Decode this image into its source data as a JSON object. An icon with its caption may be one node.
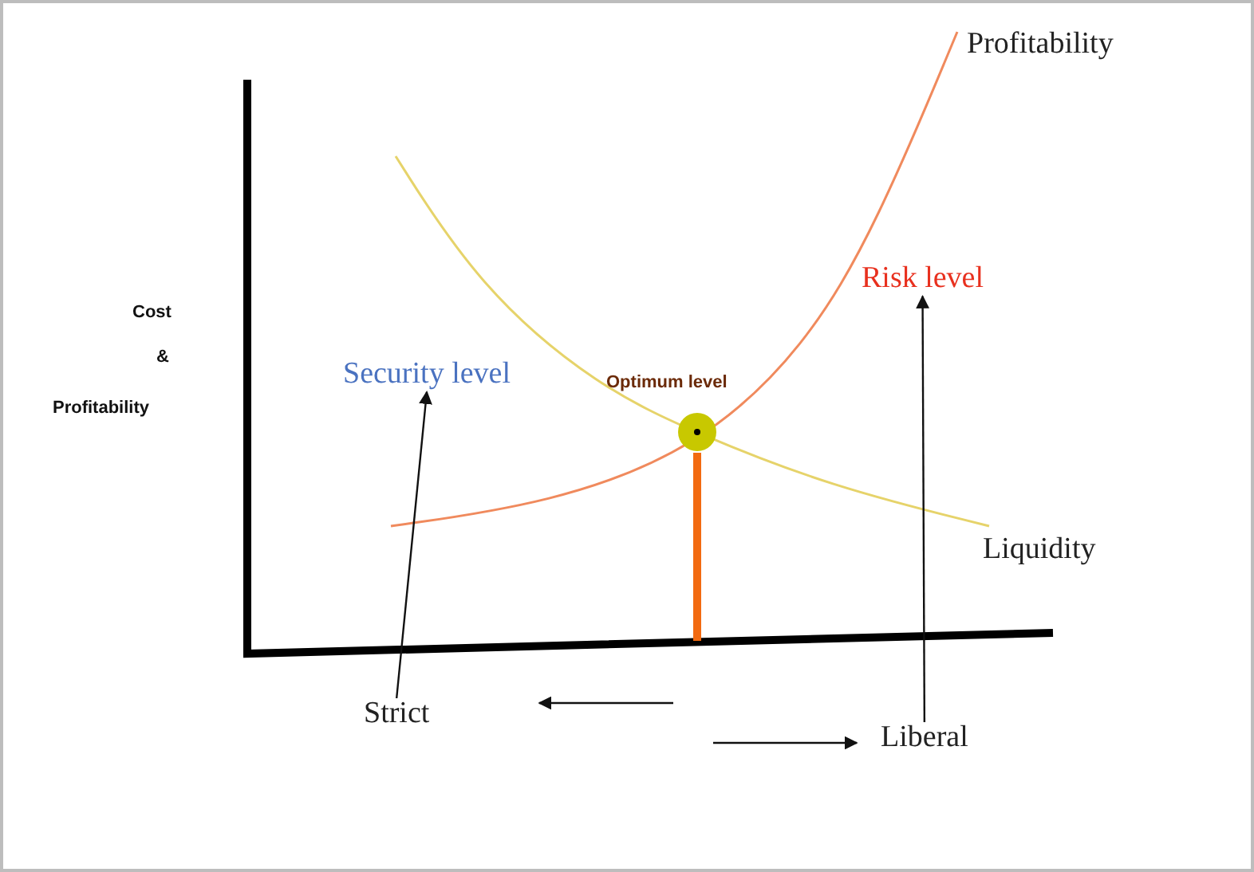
{
  "diagram": {
    "nodes": [
      {
        "text": [
          "Security level"
        ]
      },
      {
        "text": [
          "Strict"
        ]
      },
      {
        "text": [
          "Risk level"
        ]
      },
      {
        "text": [
          "Liberal"
        ]
      }
    ],
    "edges": [
      {
        "from": 1,
        "to": 0,
        "arrow": "to"
      },
      {
        "from": 3,
        "to": 2,
        "arrow": "to"
      }
    ],
    "labels": [
      "Profitability",
      "Cost",
      "&",
      "Profitability",
      "Optimum level",
      "Liquidity"
    ]
  }
}
